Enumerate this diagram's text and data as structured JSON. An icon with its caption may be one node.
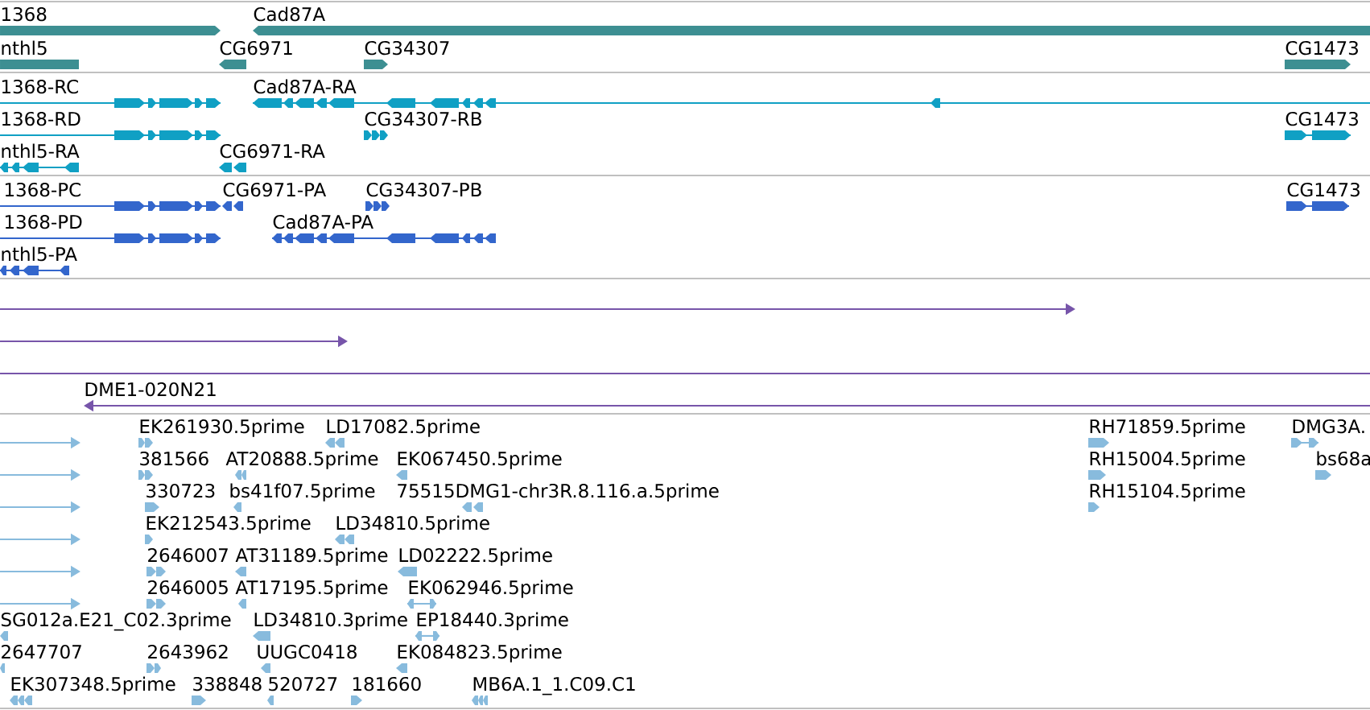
{
  "diagram": {
    "nodes": [
      {
        "text": [
          "1368"
        ]
      },
      {
        "text": [
          "Cad87A"
        ]
      },
      {
        "text": [
          "nthl5"
        ]
      },
      {
        "text": [
          "CG6971"
        ]
      },
      {
        "text": [
          "CG34307"
        ]
      },
      {
        "text": [
          "CG1473"
        ]
      },
      {
        "text": [
          "1368-RC"
        ]
      },
      {
        "text": [
          "Cad87A-RA"
        ]
      },
      {
        "text": [
          "1368-RD"
        ]
      },
      {
        "text": [
          "CG34307-RB"
        ]
      },
      {
        "text": [
          "CG1473"
        ]
      },
      {
        "text": [
          "nthl5-RA"
        ]
      },
      {
        "text": [
          "CG6971-RA"
        ]
      },
      {
        "text": [
          "1368-PC"
        ]
      },
      {
        "text": [
          "CG6971-PA"
        ]
      },
      {
        "text": [
          "CG34307-PB"
        ]
      },
      {
        "text": [
          "CG1473"
        ]
      },
      {
        "text": [
          "1368-PD"
        ]
      },
      {
        "text": [
          "Cad87A-PA"
        ]
      },
      {
        "text": [
          "nthl5-PA"
        ]
      },
      {
        "text": [],
        "shape": "bar"
      },
      {
        "text": [],
        "shape": "bar"
      },
      {
        "text": [],
        "shape": "bar"
      },
      {
        "text": [
          "DME1-020N21"
        ]
      },
      {
        "text": [],
        "shape": "bar"
      },
      {
        "text": [
          "EK261930.5prime"
        ]
      },
      {
        "text": [
          "LD17082.5prime"
        ]
      },
      {
        "text": [
          "RH71859.5prime"
        ]
      },
      {
        "text": [
          "DMG3A."
        ]
      },
      {
        "text": [],
        "shape": "bar"
      },
      {
        "text": [
          "381566"
        ]
      },
      {
        "text": [
          "AT20888.5prime"
        ]
      },
      {
        "text": [
          "EK067450.5prime"
        ]
      },
      {
        "text": [
          "RH15004.5prime"
        ]
      },
      {
        "text": [
          "bs68a"
        ]
      },
      {
        "text": [],
        "shape": "bar"
      },
      {
        "text": [
          "330723"
        ]
      },
      {
        "text": [
          "bs41f07.5prime"
        ]
      },
      {
        "text": [
          "75515DMG1-chr3R.8.116.a.5prime"
        ]
      },
      {
        "text": [
          "RH15104.5prime"
        ]
      },
      {
        "text": [],
        "shape": "bar"
      },
      {
        "text": [
          "EK212543.5prime"
        ]
      },
      {
        "text": [
          "LD34810.5prime"
        ]
      },
      {
        "text": [],
        "shape": "bar"
      },
      {
        "text": [
          "2646007"
        ]
      },
      {
        "text": [
          "AT31189.5prime"
        ]
      },
      {
        "text": [
          "LD02222.5prime"
        ]
      },
      {
        "text": [],
        "shape": "bar"
      },
      {
        "text": [
          "2646005"
        ]
      },
      {
        "text": [
          "AT17195.5prime"
        ]
      },
      {
        "text": [
          "EK062946.5prime"
        ]
      },
      {
        "text": [
          "SG012a.E21_C02.3prime"
        ]
      },
      {
        "text": [
          "LD34810.3prime"
        ]
      },
      {
        "text": [
          "EP18440.3prime"
        ]
      },
      {
        "text": [
          "2647707"
        ]
      },
      {
        "text": [
          "2643962"
        ]
      },
      {
        "text": [
          "UUGC0418"
        ]
      },
      {
        "text": [
          "EK084823.5prime"
        ]
      },
      {
        "text": [
          "EK307348.5prime"
        ]
      },
      {
        "text": [
          "338848"
        ]
      },
      {
        "text": [
          "520727"
        ]
      },
      {
        "text": [
          "181660"
        ]
      },
      {
        "text": [
          "MB6A.1_1.C09.C1"
        ]
      }
    ]
  }
}
